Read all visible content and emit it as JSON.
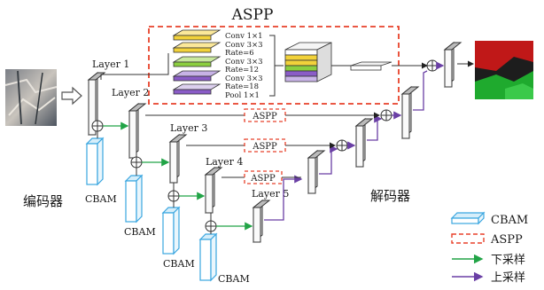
{
  "title": "ASPP",
  "aspp_branches": [
    "Conv 1×1",
    "Conv 3×3",
    "Rate=6",
    "Conv 3×3",
    "Rate=12",
    "Conv 3×3",
    "Rate=18",
    "Pool 1×1"
  ],
  "encoder_layers": [
    "Layer 1",
    "Layer 2",
    "Layer 3",
    "Layer 4",
    "Layer 5"
  ],
  "aspp_skip_label": "ASPP",
  "cbam_label": "CBAM",
  "encoder_label": "编码器",
  "decoder_label": "解码器",
  "legend": {
    "cbam": "CBAM",
    "aspp": "ASPP",
    "downsample": "下采样",
    "upsample": "上采样"
  },
  "colors": {
    "aspp_border": "#e8412a",
    "cbam": "#3aa6e0",
    "downsample_arrow": "#22a447",
    "upsample_arrow": "#6a3fa5",
    "aspp_slab_yellow": "#f2d23a",
    "aspp_slab_green": "#8ccf3f",
    "aspp_slab_purple": "#8a5cc7"
  }
}
